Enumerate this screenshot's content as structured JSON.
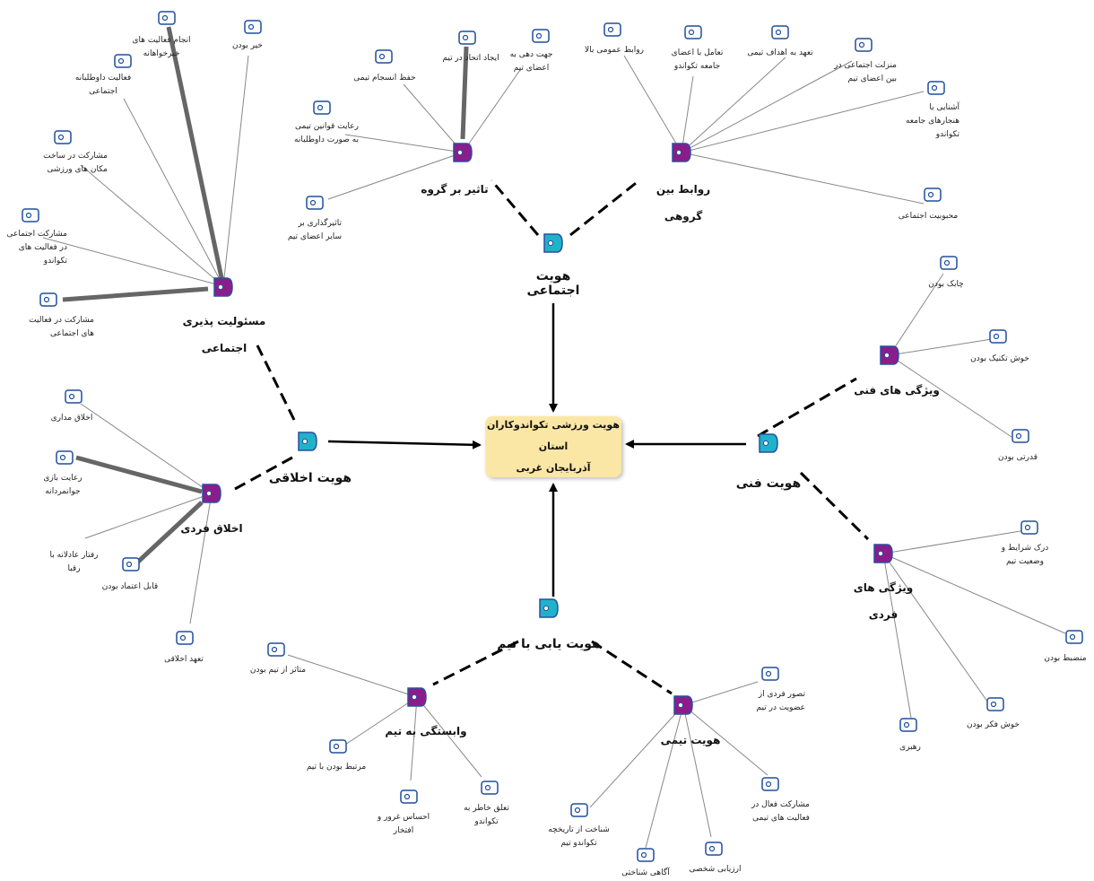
{
  "center": {
    "title": "هویت ورزشی تکواندوکاران استان\nآذربایجان غربی"
  },
  "main_categories": {
    "social": "هویت اجتماعی",
    "ethical": "هویت اخلاقی",
    "technical": "هویت فنی",
    "team": "هویت یابی با تیم"
  },
  "sub_categories": {
    "group_effect": "تاثیر بر گروه",
    "intergroup": "روابط بین گروهی",
    "social_responsibility": "مسئولیت پذیری\nاجتماعی",
    "individual_ethics": "اخلاق فردی",
    "technical_traits": "ویژگی های فنی",
    "individual_traits": "ویژگی های فردی",
    "team_attachment": "وابستگی به تیم",
    "team_identity": "هویت تیمی"
  },
  "codes": {
    "c_benefactor": "خیر بودن",
    "c_charity": "انجام فعالیت های\nخیرخواهانه",
    "c_volunteer": "فعالیت داوطلبانه\nاجتماعی",
    "c_build_venues": "مشارکت در ساخت\nمکان های ورزشی",
    "c_social_tkd": "مشارکت اجتماعی\nدر فعالیت های\nتکواندو",
    "c_social_act": "مشارکت در فعالیت\nهای اجتماعی",
    "c_preserve_unity": "حفظ انسجام تیمی",
    "c_create_unity": "ایجاد اتحاد در تیم",
    "c_direct_members": "جهت دهی به\nاعضای تیم",
    "c_team_rules": "رعایت قوانین تیمی\nبه صورت داوطلبانه",
    "c_influence": "تاثیرگذاری بر\nسایر اعضای تیم",
    "c_public_relations": "روابط عمومی بالا",
    "c_interaction": "تعامل با اعضای\nجامعه تکواندو",
    "c_commitment_goals": "تعهد به اهداف تیمی",
    "c_social_status": "منزلت اجتماعی در\nبین اعضای تیم",
    "c_norms": "آشنایی با\nهنجارهای جامعه\nتکواندو",
    "c_popularity": "محبوبیت اجتماعی",
    "c_tolerance": "اخلاق مداری",
    "c_fair_play": "رعایت بازی\nجوانمردانه",
    "c_fair_behavior": "رفتار عادلانه با\nرقبا",
    "c_reliable": "قابل اعتماد بودن",
    "c_moral_commitment": "تعهد اخلاقی",
    "c_agile": "چابک بودن",
    "c_good_technique": "خوش تکنیک بودن",
    "c_talented": "قدرتی بودن",
    "c_game_understanding": "درک شرایط و\nوضعیت تیم",
    "c_disciplined": "منضبط بودن",
    "c_smart": "خوش فکر بودن",
    "c_leadership": "رهبری",
    "c_affected_team": "متاثر از تیم بودن",
    "c_connected_team": "مرتبط بودن با تیم",
    "c_pride": "احساس غرور و\nافتخار",
    "c_belonging": "تعلق خاطر به\nتکواندو",
    "c_self_concept": "تصور فردی از\nعضویت در تیم",
    "c_active_part": "مشارکت فعال در\nفعالیت های تیمی",
    "c_history": "شناخت از تاریخچه\nتکواندو تیم",
    "c_self_eval": "ارزیابی شخصی",
    "c_cognitive": "آگاهی شناختی"
  },
  "colors": {
    "code_icon": "#1f4e9c",
    "category_fill": "#8b1d8b",
    "category_stroke": "#2b4ea0",
    "main_fill": "#1fb3c9",
    "main_stroke": "#2b4ea0",
    "center_fill": "#fbe7a5"
  }
}
